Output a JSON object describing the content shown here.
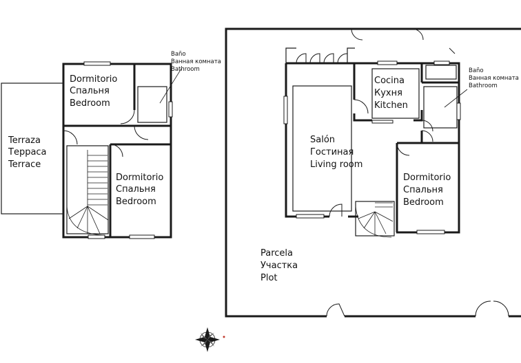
{
  "upper_floor": {
    "terrace": {
      "es": "Terraza",
      "ru": "Терраса",
      "en": "Terrace"
    },
    "bedroom_top": {
      "es": "Dormitorio",
      "ru": "Спальня",
      "en": "Bedroom"
    },
    "bathroom": {
      "es": "Baño",
      "ru": "Ванная комната",
      "en": "Bathroom"
    },
    "bedroom_bottom": {
      "es": "Dormitorio",
      "ru": "Спальня",
      "en": "Bedroom"
    }
  },
  "ground_floor": {
    "kitchen": {
      "es": "Cocina",
      "ru": "Кухня",
      "en": "Kitchen"
    },
    "bathroom": {
      "es": "Baño",
      "ru": "Ванная комната",
      "en": "Bathroom"
    },
    "living": {
      "es": "Salón",
      "ru": "Гостиная",
      "en": "Living room"
    },
    "bedroom": {
      "es": "Dormitorio",
      "ru": "Спальня",
      "en": "Bedroom"
    },
    "plot": {
      "es": "Parcela",
      "ru": "Участка",
      "en": "Plot"
    }
  },
  "compass": {
    "icon": "compass-rose-icon"
  }
}
